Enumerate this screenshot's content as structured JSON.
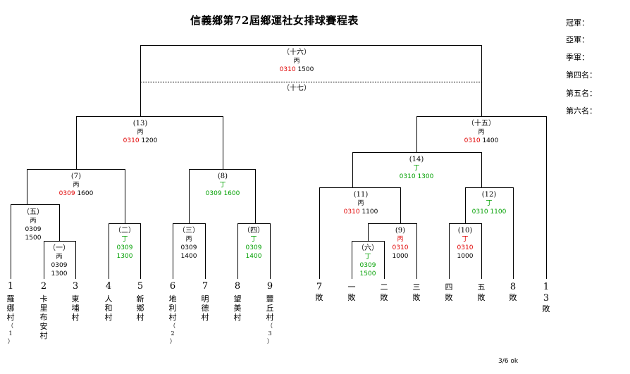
{
  "title": "信義鄉第72屆鄉運社女排球賽程表",
  "places": [
    "冠軍：",
    "亞軍：",
    "季軍：",
    "第四名：",
    "第五名：",
    "第六名："
  ],
  "footer": "3/6 ok",
  "matches": {
    "m16": {
      "label": "（十六）",
      "court": "丙",
      "date": "0310",
      "time": "1500"
    },
    "m17": {
      "label": "（十七）"
    },
    "m13": {
      "label": "(13)",
      "court": "丙",
      "date": "0310",
      "time": "1200"
    },
    "m15": {
      "label": "（十五）",
      "court": "丙",
      "date": "0310",
      "time": "1400"
    },
    "m7": {
      "label": "(7)",
      "court": "丙",
      "date": "0309",
      "time": "1600"
    },
    "m8": {
      "label": "(8)",
      "court": "丁",
      "date": "0309",
      "time": "1600"
    },
    "m14": {
      "label": "(14)",
      "court": "丁",
      "date": "0310",
      "time": "1300"
    },
    "m11": {
      "label": "(11)",
      "court": "丙",
      "date": "0310",
      "time": "1100"
    },
    "m12": {
      "label": "(12)",
      "court": "丁",
      "date": "0310",
      "time": "1100"
    },
    "m5": {
      "label": "（五）",
      "court": "丙",
      "date": "0309",
      "time": "1500"
    },
    "m2": {
      "label": "（二）",
      "court": "丁",
      "date": "0309",
      "time": "1300"
    },
    "m3": {
      "label": "（三）",
      "court": "丙",
      "date": "0309",
      "time": "1400"
    },
    "m4": {
      "label": "（四）",
      "court": "丁",
      "date": "0309",
      "time": "1400"
    },
    "m9": {
      "label": "(9)",
      "court": "丙",
      "date": "0310",
      "time": "1000"
    },
    "m10": {
      "label": "(10)",
      "court": "丁",
      "date": "0310",
      "time": "1000"
    },
    "m1": {
      "label": "（一）",
      "court": "丙",
      "date": "0309",
      "time": "1300"
    },
    "m6": {
      "label": "（六）",
      "court": "丁",
      "date": "0309",
      "time": "1500"
    }
  },
  "teams": [
    {
      "num": "1",
      "name": "羅娜村",
      "note": "（1）"
    },
    {
      "num": "2",
      "name": "卡里布安村",
      "note": ""
    },
    {
      "num": "3",
      "name": "東埔村",
      "note": ""
    },
    {
      "num": "4",
      "name": "人和村",
      "note": ""
    },
    {
      "num": "5",
      "name": "新鄉村",
      "note": ""
    },
    {
      "num": "6",
      "name": "地利村",
      "note": "（2）"
    },
    {
      "num": "7",
      "name": "明德村",
      "note": ""
    },
    {
      "num": "8",
      "name": "望美村",
      "note": ""
    },
    {
      "num": "9",
      "name": "豐丘村",
      "note": "（3）"
    }
  ],
  "losers": [
    {
      "num": "7",
      "word": "敗"
    },
    {
      "num": "一",
      "word": "敗"
    },
    {
      "num": "二",
      "word": "敗"
    },
    {
      "num": "三",
      "word": "敗"
    },
    {
      "num": "四",
      "word": "敗"
    },
    {
      "num": "五",
      "word": "敗"
    },
    {
      "num": "8",
      "word": "敗"
    },
    {
      "num": "13",
      "word": "敗"
    }
  ],
  "colors": {
    "red": "#e00000",
    "green": "#00a000",
    "line": "#000000"
  }
}
